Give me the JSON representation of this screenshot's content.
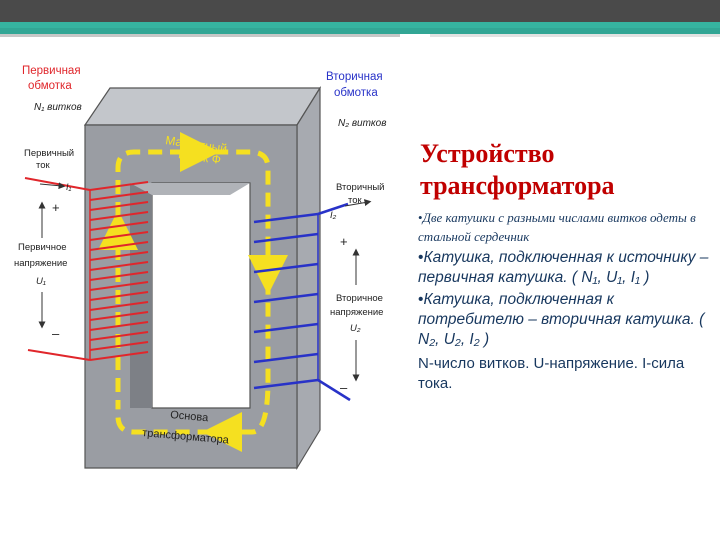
{
  "slide": {
    "title": "Устройство трансформатора",
    "bullets": [
      {
        "marker": "•",
        "text": "Две катушки с разными числами витков одеты в стальной сердечник"
      },
      {
        "marker": "•",
        "text": "Катушка, подключенная к источнику – первичная катушка. ( N₁, U₁, I₁ )"
      },
      {
        "marker": "•",
        "text": "Катушка, подключенная к потребителю – вторичная катушка. ( N₂, U₂, I₂ )"
      },
      {
        "marker": "",
        "text": "N-число витков. U-напряжение.   I-сила тока."
      }
    ]
  },
  "diagram": {
    "primary_winding": {
      "line1": "Первичная",
      "line2": "обмотка",
      "turns": "N₁ витков"
    },
    "secondary_winding": {
      "line1": "Вторичная",
      "line2": "обмотка",
      "turns": "N₂ витков"
    },
    "primary_current": {
      "line1": "Первичный",
      "line2": "ток",
      "symbol": "I₁"
    },
    "primary_voltage": {
      "line1": "Первичное",
      "line2": "напряжение",
      "symbol": "U₁",
      "plus": "+",
      "minus": "–"
    },
    "secondary_current": {
      "line1": "Вторичный",
      "line2": "ток",
      "symbol": "I₂"
    },
    "secondary_voltage": {
      "line1": "Вторичное",
      "line2": "напряжение",
      "symbol": "U₂",
      "plus": "+",
      "minus": "–"
    },
    "flux": {
      "line1": "Магнитный",
      "line2": "поток Ф"
    },
    "base": {
      "line1": "Основа",
      "line2": "трансформатора"
    },
    "colors": {
      "primary_coil": "#e0262b",
      "secondary_coil": "#2832c8",
      "flux": "#f5e020",
      "core_front": "#9a9da3",
      "core_side": "#b9bcc2"
    }
  }
}
